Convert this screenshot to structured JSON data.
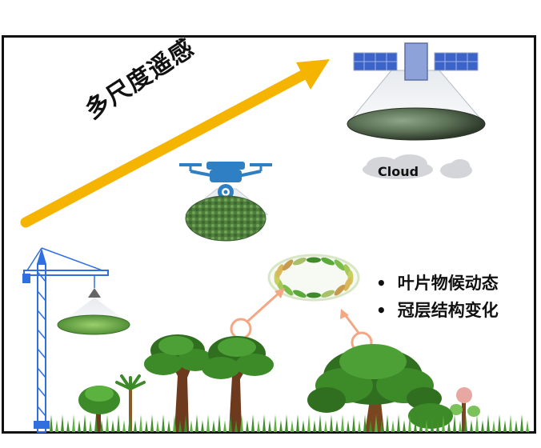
{
  "title": "多尺度遥感",
  "cloud_label": "Cloud",
  "bullets": [
    "叶片物候动态",
    "冠层结构变化"
  ],
  "colors": {
    "arrow": "#f5b400",
    "drone": "#2f7fc4",
    "satellite_panel": "#3b63c8",
    "crane": "#2f6fe0",
    "annotation": "#f2a785",
    "tree_dark": "#2f6f1f",
    "tree_light": "#4da035"
  },
  "icons": [
    "satellite-icon",
    "drone-icon",
    "crane-icon",
    "tree-icon",
    "leaf-ring-icon"
  ]
}
